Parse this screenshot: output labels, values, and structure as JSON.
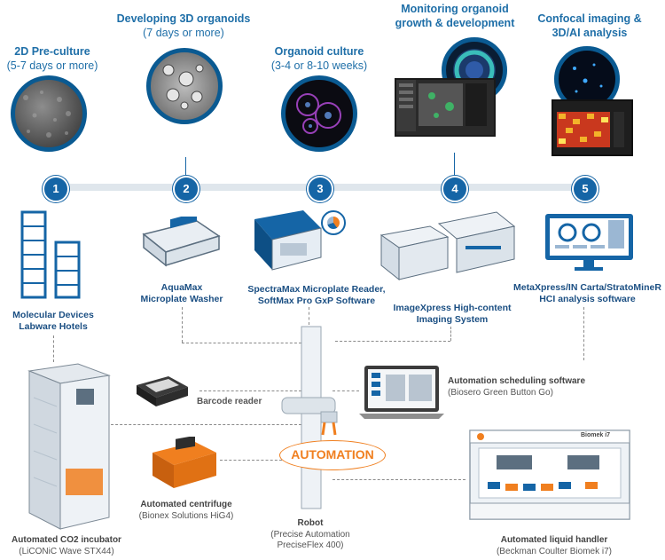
{
  "colors": {
    "primary": "#1565a6",
    "accent": "#f07f1f",
    "track": "#dfe6ec"
  },
  "stages": [
    {
      "number": "1",
      "title": "2D Pre-culture",
      "subtitle": "(5-7 days or more)"
    },
    {
      "number": "2",
      "title": "Developing 3D organoids",
      "subtitle": "(7 days or more)"
    },
    {
      "number": "3",
      "title": "Organoid culture",
      "subtitle": "(3-4 or 8-10 weeks)"
    },
    {
      "number": "4",
      "title_line1": "Monitoring organoid",
      "title_line2": "growth & development"
    },
    {
      "number": "5",
      "title_line1": "Confocal imaging &",
      "title_line2": "3D/AI analysis"
    }
  ],
  "devices": {
    "hotels": {
      "line1": "Molecular Devices",
      "line2": "Labware Hotels"
    },
    "washer": {
      "line1": "AquaMax",
      "line2": "Microplate Washer"
    },
    "reader": {
      "line1": "SpectraMax Microplate Reader,",
      "line2": "SoftMax Pro GxP Software"
    },
    "imager": {
      "line1": "ImageXpress High-content",
      "line2": "Imaging System"
    },
    "software": {
      "line1": "MetaXpress/IN Carta/StratoMineR",
      "line2": "HCI analysis software"
    }
  },
  "automation": {
    "center_label": "AUTOMATION",
    "barcode": "Barcode reader",
    "scheduler": {
      "title": "Automation scheduling software",
      "sub": "(Biosero Green Button Go)"
    },
    "centrifuge": {
      "title": "Automated centrifuge",
      "sub": "(Bionex Solutions HiG4)"
    },
    "robot": {
      "title": "Robot",
      "sub1": "(Precise Automation",
      "sub2": "PreciseFlex 400)"
    },
    "incubator": {
      "title": "Automated CO2 incubator",
      "sub": "(LiCONiC Wave STX44)"
    },
    "handler": {
      "title": "Automated liquid handler",
      "sub": "(Beckman Coulter Biomek i7)",
      "brand": "Biomek i7"
    }
  }
}
